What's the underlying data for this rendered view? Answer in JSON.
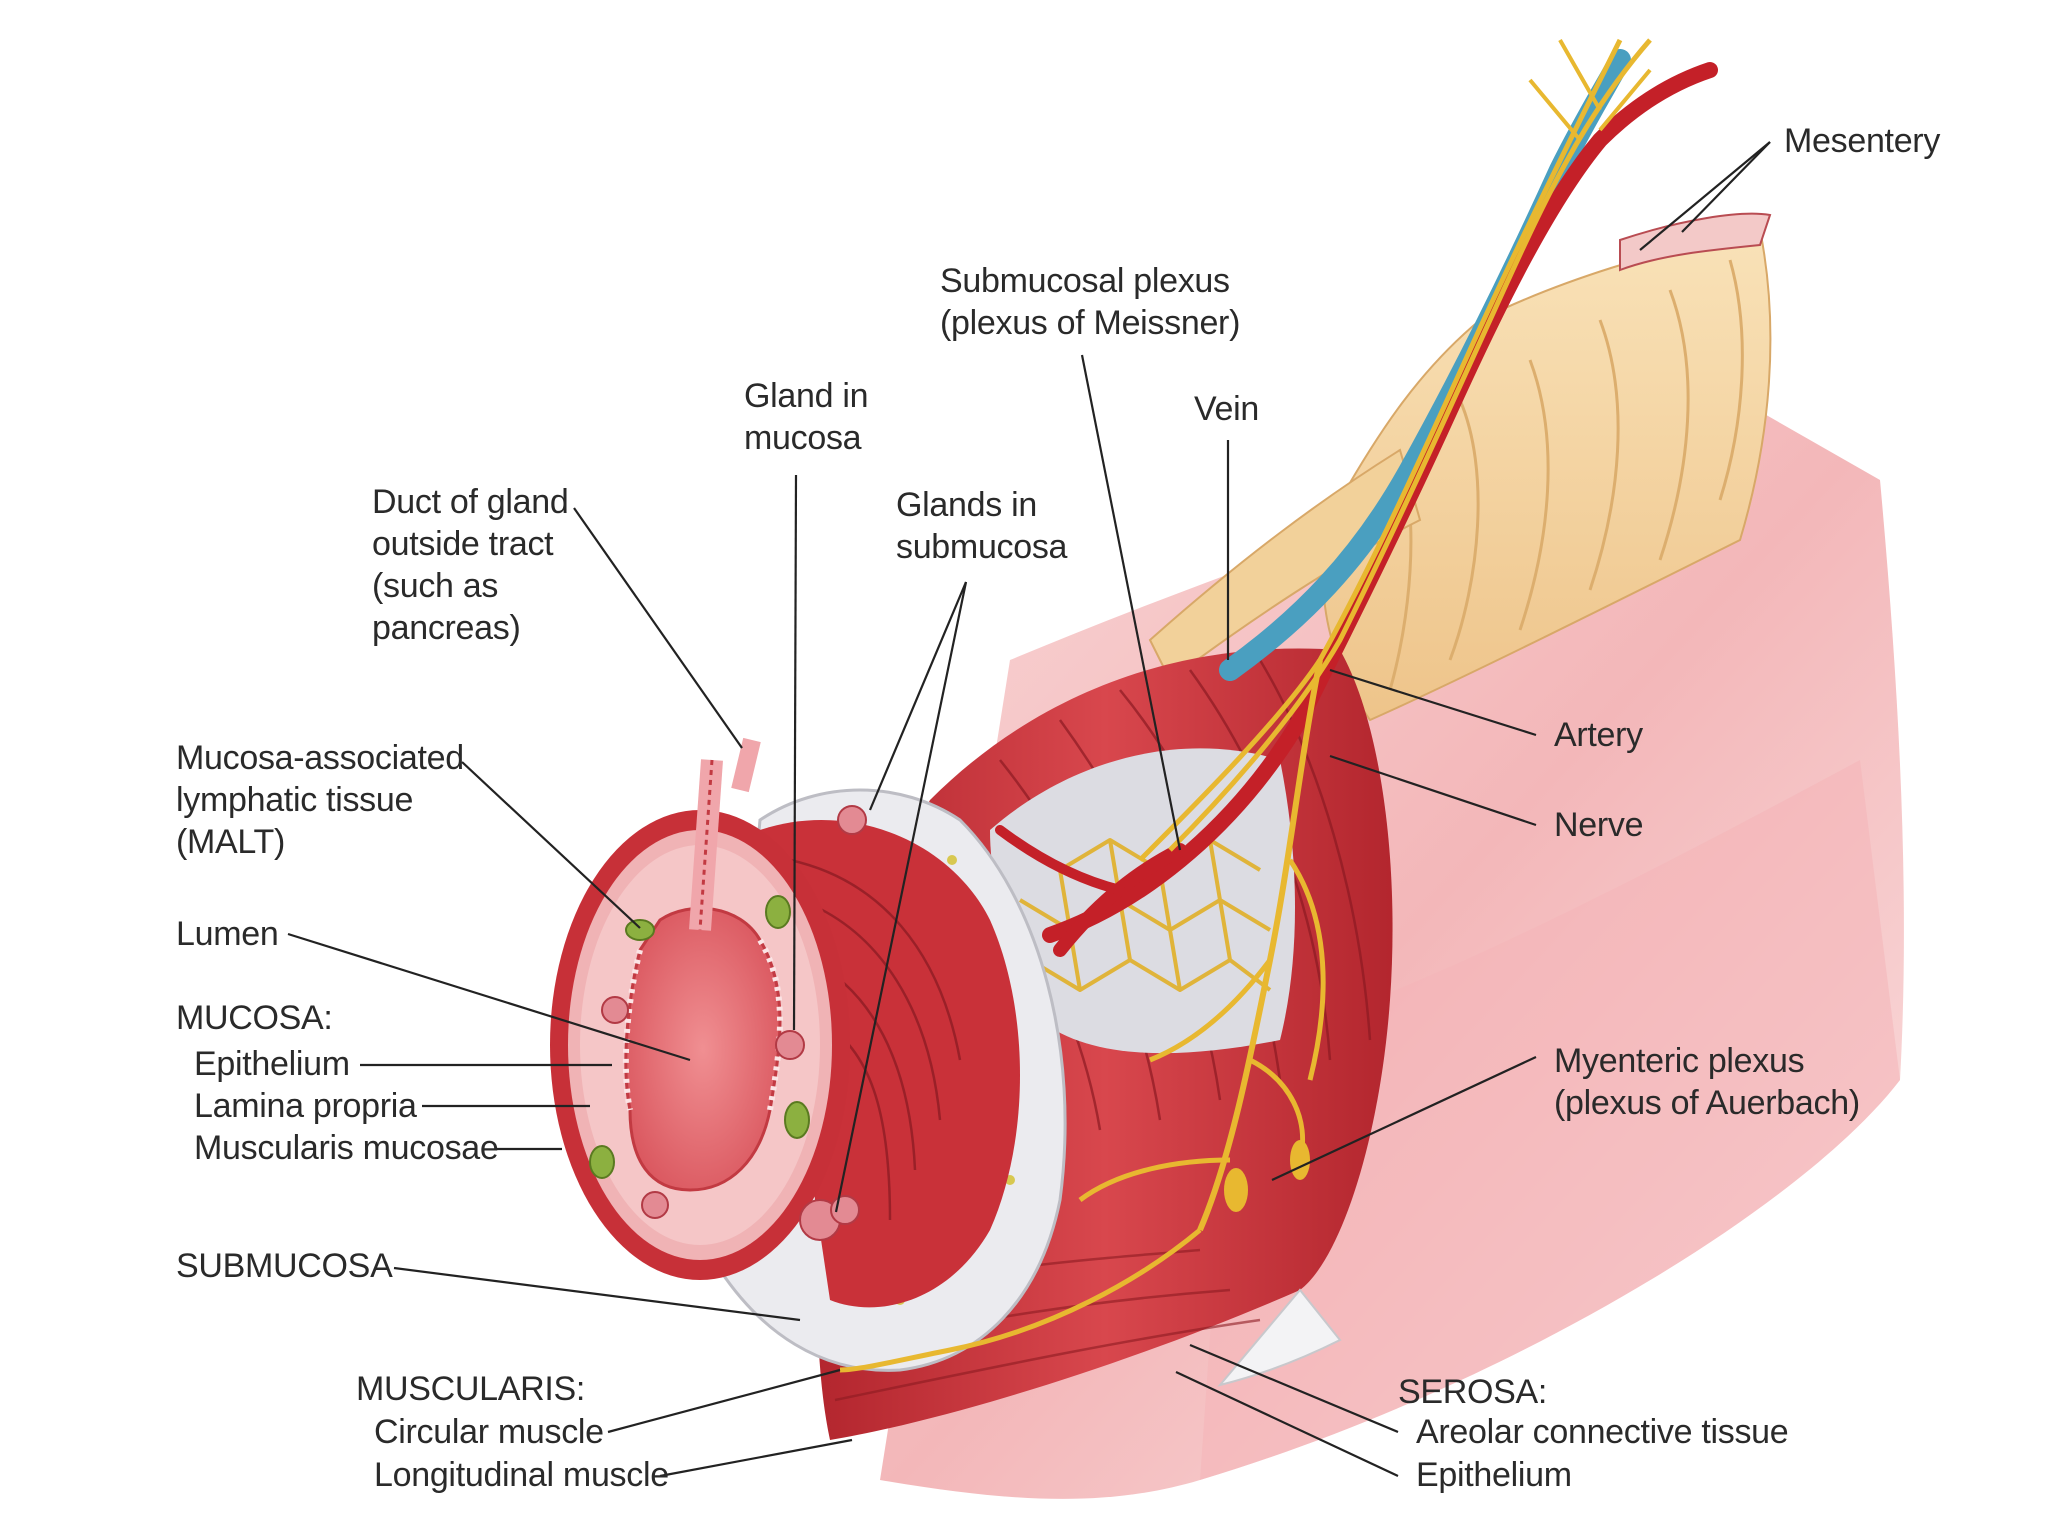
{
  "labels": {
    "mesentery": "Mesentery",
    "submucosal_plexus": [
      "Submucosal plexus",
      "(plexus of Meissner)"
    ],
    "vein": "Vein",
    "gland_in_mucosa": [
      "Gland in",
      "mucosa"
    ],
    "glands_in_submucosa": [
      "Glands in",
      "submucosa"
    ],
    "duct_of_gland": [
      "Duct of gland",
      "outside tract",
      "(such as",
      "pancreas)"
    ],
    "malt": [
      "Mucosa-associated",
      "lymphatic tissue",
      "(MALT)"
    ],
    "lumen": "Lumen",
    "mucosa_heading": "MUCOSA:",
    "epithelium": "Epithelium",
    "lamina_propria": "Lamina propria",
    "muscularis_mucosae": "Muscularis mucosae",
    "submucosa": "SUBMUCOSA",
    "muscularis_heading": "MUSCULARIS:",
    "circular_muscle": "Circular muscle",
    "longitudinal_muscle": "Longitudinal muscle",
    "artery": "Artery",
    "nerve": "Nerve",
    "myenteric_plexus": [
      "Myenteric plexus",
      "(plexus of Auerbach)"
    ],
    "serosa_heading": "SEROSA:",
    "areolar_connective_tissue": "Areolar connective tissue",
    "serosa_epithelium": "Epithelium"
  },
  "colors": {
    "muscle": "#c8323a",
    "muscle_dark": "#9c1f28",
    "mucosa": "#e8828a",
    "serosa_pink": "#f6c4c6",
    "submucosa_gray": "#e6e6ea",
    "nerve_yellow": "#e8b830",
    "vein_blue": "#4a9fc0",
    "artery_red": "#c42028",
    "fat": "#f5d6a0",
    "leader": "#222222"
  }
}
